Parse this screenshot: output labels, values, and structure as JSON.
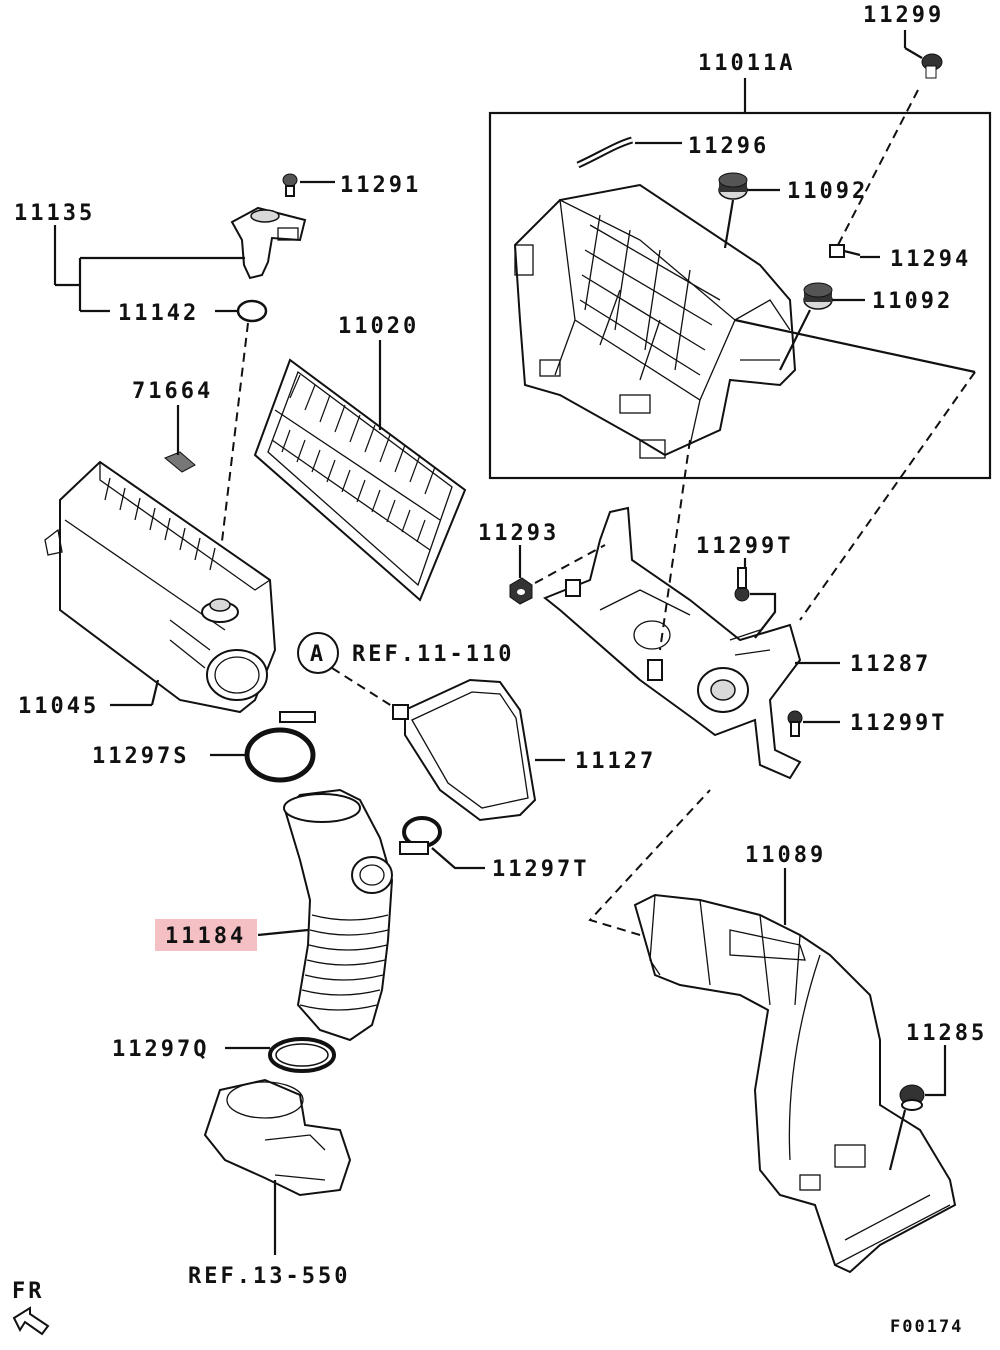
{
  "labels": {
    "p11299": "11299",
    "p11011A": "11011A",
    "p11296": "11296",
    "p11092a": "11092",
    "p11294": "11294",
    "p11092b": "11092",
    "p11291": "11291",
    "p11135": "11135",
    "p11142": "11142",
    "p11020": "11020",
    "p71664": "71664",
    "p11293": "11293",
    "p11299Ta": "11299T",
    "p11045": "11045",
    "ref_a": "REF.11-110",
    "callout_a": "A",
    "p11287": "11287",
    "p11299Tb": "11299T",
    "p11297S": "11297S",
    "p11127": "11127",
    "p11297T": "11297T",
    "p11089": "11089",
    "p11184": "11184",
    "p11285": "11285",
    "p11297Q": "11297Q",
    "ref_b": "REF.13-550",
    "fr": "FR",
    "figure_code": "F00174"
  },
  "colors": {
    "highlight": "#f4c0c4",
    "line": "#111111",
    "background": "#ffffff"
  }
}
